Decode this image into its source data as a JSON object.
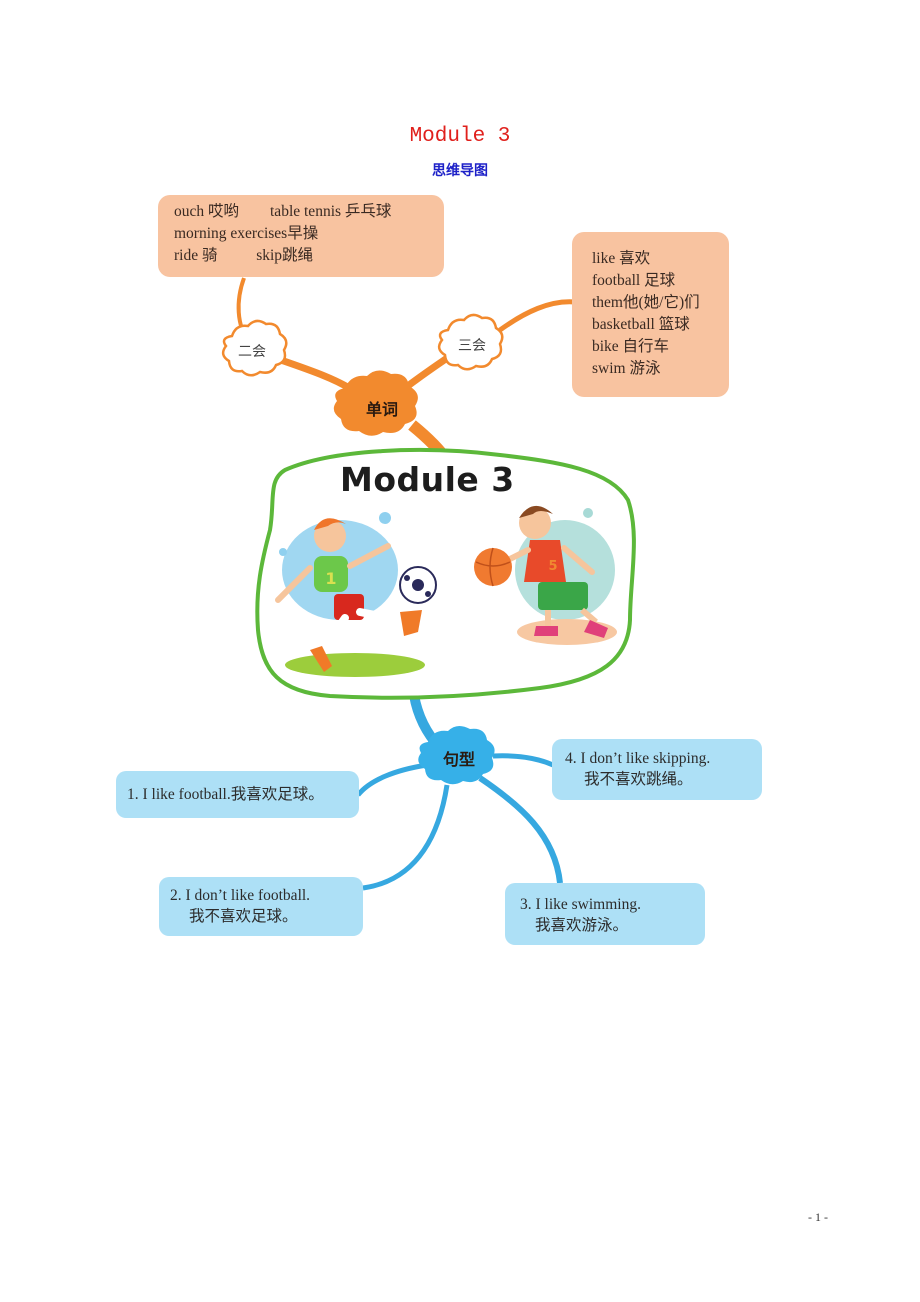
{
  "header": {
    "title": "Module 3",
    "subtitle": "思维导图"
  },
  "mindmap": {
    "center_title": "Module 3",
    "words_branch": {
      "label": "单词",
      "color": "#f28a2e",
      "group_two": {
        "label": "二会",
        "rows": [
          "ouch 哎哟        table tennis 乒乓球",
          "morning exercises早操",
          "ride 骑          skip跳绳"
        ]
      },
      "group_three": {
        "label": "三会",
        "items": [
          "like 喜欢",
          "football 足球",
          "them他(她/它)们",
          "basketball 篮球",
          "bike 自行车",
          "swim 游泳"
        ]
      }
    },
    "sentences_branch": {
      "label": "句型",
      "color": "#36a8e0",
      "items": [
        {
          "en": "1. I like football.我喜欢足球。",
          "zh": ""
        },
        {
          "en": "2. I don’t like football.",
          "zh": "我不喜欢足球。"
        },
        {
          "en": "3. I like swimming.",
          "zh": "我喜欢游泳。"
        },
        {
          "en": "4. I don’t like skipping.",
          "zh": "我不喜欢跳绳。"
        }
      ]
    },
    "illustration": {
      "left": "boy-playing-football",
      "right": "boy-playing-basketball",
      "left_jersey_number": "1",
      "right_jersey_number": "5"
    }
  },
  "footer": {
    "page_number": "- 1 -"
  }
}
